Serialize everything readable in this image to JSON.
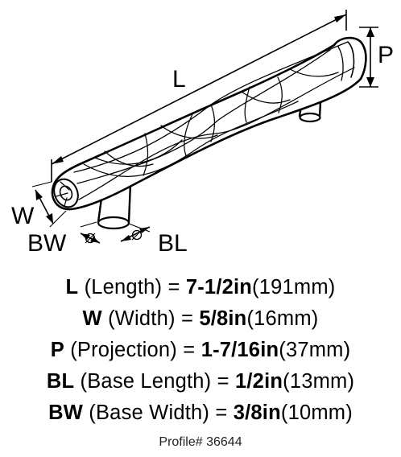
{
  "dimension_labels": {
    "length": "L",
    "width": "W",
    "projection": "P",
    "base_width": "BW",
    "base_length": "BL"
  },
  "specs": [
    {
      "abbr": "L",
      "name": "(Length)",
      "equals": "=",
      "imperial": "7-1/2in",
      "metric": "(191mm)"
    },
    {
      "abbr": "W",
      "name": "(Width)",
      "equals": "=",
      "imperial": "5/8in",
      "metric": "(16mm)"
    },
    {
      "abbr": "P",
      "name": "(Projection)",
      "equals": "=",
      "imperial": "1-7/16in",
      "metric": "(37mm)"
    },
    {
      "abbr": "BL",
      "name": "(Base Length)",
      "equals": "=",
      "imperial": "1/2in",
      "metric": "(13mm)"
    },
    {
      "abbr": "BW",
      "name": "(Base Width)",
      "equals": "=",
      "imperial": "3/8in",
      "metric": "(10mm)"
    }
  ],
  "profile": "Profile# 36644",
  "colors": {
    "line": "#000000",
    "background": "#ffffff"
  }
}
